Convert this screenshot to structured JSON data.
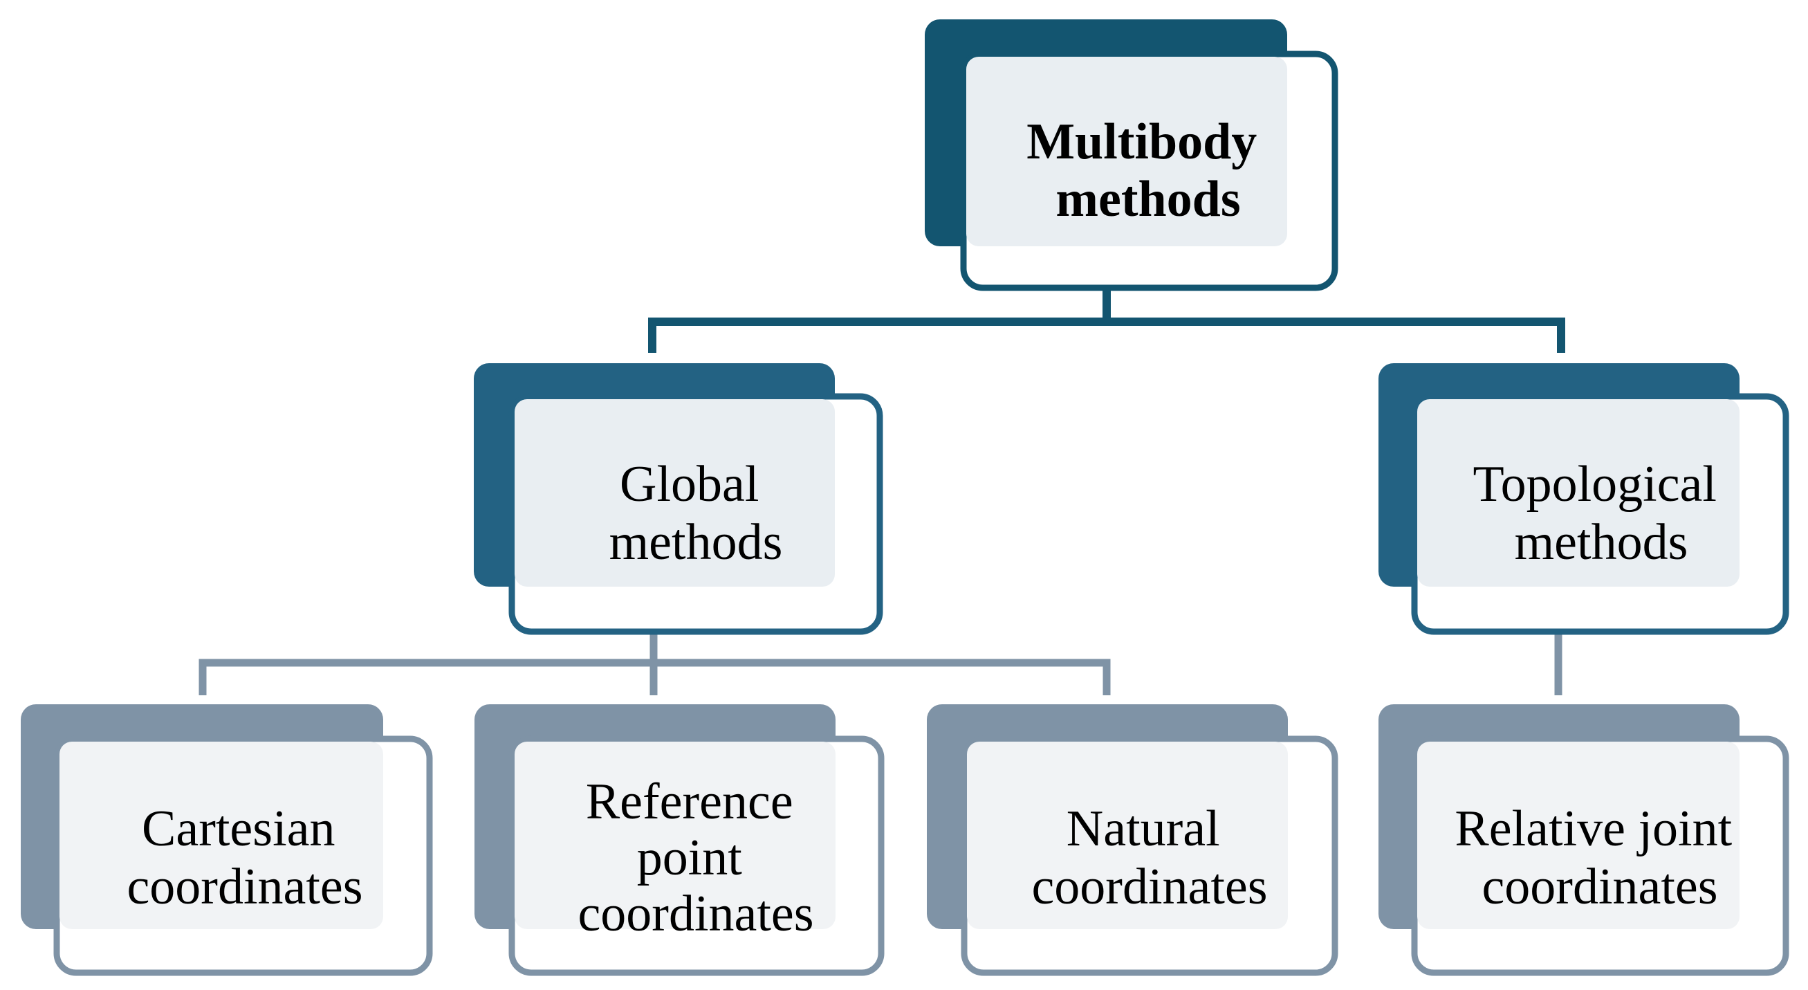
{
  "root": {
    "lines": [
      "Multibody",
      "methods"
    ]
  },
  "branches": [
    {
      "id": "global",
      "lines": [
        "Global",
        "methods"
      ]
    },
    {
      "id": "topological",
      "lines": [
        "Topological",
        "methods"
      ]
    }
  ],
  "leaves": [
    {
      "id": "cartesian",
      "parent": "global",
      "lines": [
        "Cartesian",
        "coordinates"
      ]
    },
    {
      "id": "reference",
      "parent": "global",
      "lines": [
        "Reference",
        "point",
        "coordinates"
      ]
    },
    {
      "id": "natural",
      "parent": "global",
      "lines": [
        "Natural",
        "coordinates"
      ]
    },
    {
      "id": "relative",
      "parent": "topological",
      "lines": [
        "Relative joint",
        "coordinates"
      ]
    }
  ],
  "colors": {
    "root_dark": "#135570",
    "branch_dark": "#236283",
    "leaf_dark": "#7f93a6",
    "root_panel": "#e9eef2",
    "leaf_panel": "#f1f3f5",
    "root_connector": "#135570",
    "leaf_connector": "#7f93a6"
  }
}
